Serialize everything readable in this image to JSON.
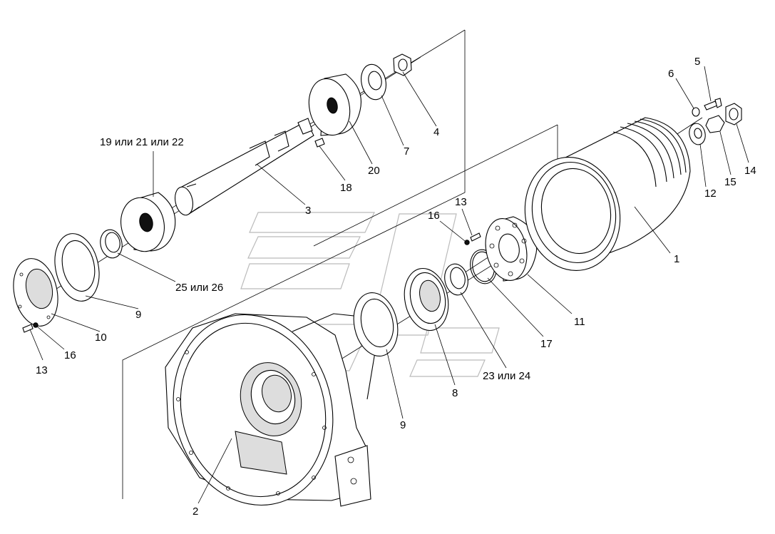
{
  "callouts": [
    {
      "id": "1",
      "text": "1"
    },
    {
      "id": "2",
      "text": "2"
    },
    {
      "id": "3",
      "text": "3"
    },
    {
      "id": "4",
      "text": "4"
    },
    {
      "id": "5",
      "text": "5"
    },
    {
      "id": "6",
      "text": "6"
    },
    {
      "id": "7",
      "text": "7"
    },
    {
      "id": "8",
      "text": "8"
    },
    {
      "id": "9a",
      "text": "9"
    },
    {
      "id": "9b",
      "text": "9"
    },
    {
      "id": "10",
      "text": "10"
    },
    {
      "id": "11",
      "text": "11"
    },
    {
      "id": "12",
      "text": "12"
    },
    {
      "id": "13a",
      "text": "13"
    },
    {
      "id": "13b",
      "text": "13"
    },
    {
      "id": "14",
      "text": "14"
    },
    {
      "id": "15",
      "text": "15"
    },
    {
      "id": "16a",
      "text": "16"
    },
    {
      "id": "16b",
      "text": "16"
    },
    {
      "id": "17",
      "text": "17"
    },
    {
      "id": "18",
      "text": "18"
    },
    {
      "id": "19_21_22",
      "text": "19 или 21 или 22"
    },
    {
      "id": "20",
      "text": "20"
    },
    {
      "id": "23_24",
      "text": "23 или 24"
    },
    {
      "id": "25_26",
      "text": "25 или 26"
    }
  ]
}
